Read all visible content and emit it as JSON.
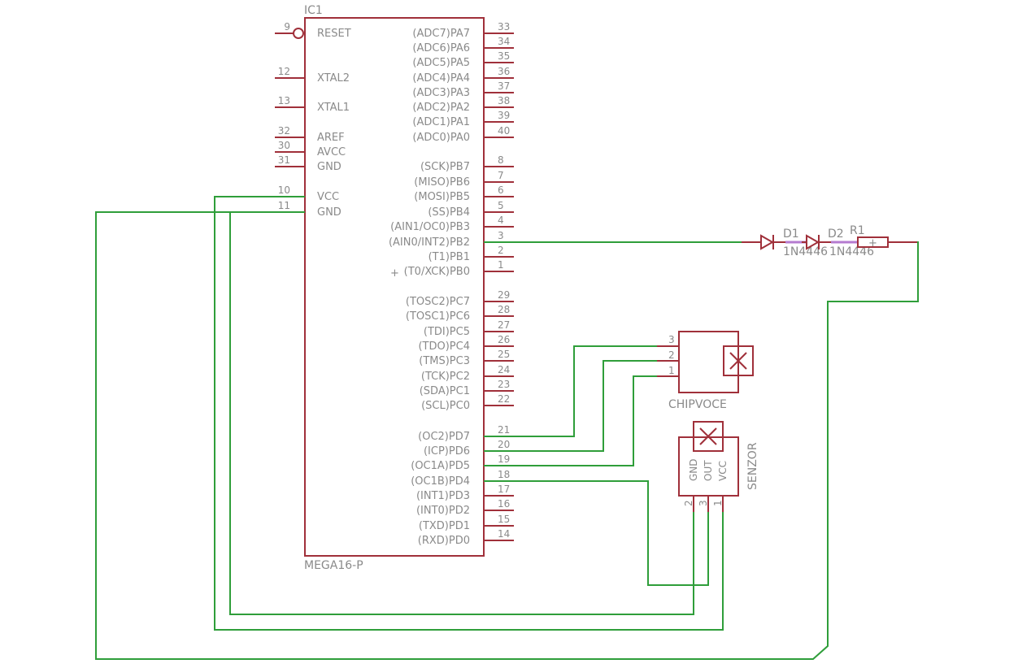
{
  "ic1": {
    "name": "IC1",
    "value": "MEGA16-P",
    "left_pins": [
      {
        "num": "9",
        "label": "RESET",
        "inverted": true
      },
      {
        "num": "12",
        "label": "XTAL2"
      },
      {
        "num": "13",
        "label": "XTAL1"
      },
      {
        "num": "32",
        "label": "AREF"
      },
      {
        "num": "30",
        "label": "AVCC"
      },
      {
        "num": "31",
        "label": "GND"
      },
      {
        "num": "10",
        "label": "VCC"
      },
      {
        "num": "11",
        "label": "GND"
      }
    ],
    "right_pins": [
      {
        "num": "33",
        "label": "(ADC7)PA7"
      },
      {
        "num": "34",
        "label": "(ADC6)PA6"
      },
      {
        "num": "35",
        "label": "(ADC5)PA5"
      },
      {
        "num": "36",
        "label": "(ADC4)PA4"
      },
      {
        "num": "37",
        "label": "(ADC3)PA3"
      },
      {
        "num": "38",
        "label": "(ADC2)PA2"
      },
      {
        "num": "39",
        "label": "(ADC1)PA1"
      },
      {
        "num": "40",
        "label": "(ADC0)PA0"
      },
      {
        "num": "8",
        "label": "(SCK)PB7"
      },
      {
        "num": "7",
        "label": "(MISO)PB6"
      },
      {
        "num": "6",
        "label": "(MOSI)PB5"
      },
      {
        "num": "5",
        "label": "(SS)PB4"
      },
      {
        "num": "4",
        "label": "(AIN1/OC0)PB3"
      },
      {
        "num": "3",
        "label": "(AIN0/INT2)PB2"
      },
      {
        "num": "2",
        "label": "(T1)PB1"
      },
      {
        "num": "1",
        "label": "(T0/XCK)PB0"
      },
      {
        "num": "29",
        "label": "(TOSC2)PC7"
      },
      {
        "num": "28",
        "label": "(TOSC1)PC6"
      },
      {
        "num": "27",
        "label": "(TDI)PC5"
      },
      {
        "num": "26",
        "label": "(TDO)PC4"
      },
      {
        "num": "25",
        "label": "(TMS)PC3"
      },
      {
        "num": "24",
        "label": "(TCK)PC2"
      },
      {
        "num": "23",
        "label": "(SDA)PC1"
      },
      {
        "num": "22",
        "label": "(SCL)PC0"
      },
      {
        "num": "21",
        "label": "(OC2)PD7"
      },
      {
        "num": "20",
        "label": "(ICP)PD6"
      },
      {
        "num": "19",
        "label": "(OC1A)PD5"
      },
      {
        "num": "18",
        "label": "(OC1B)PD4"
      },
      {
        "num": "17",
        "label": "(INT1)PD3"
      },
      {
        "num": "16",
        "label": "(INT0)PD2"
      },
      {
        "num": "15",
        "label": "(TXD)PD1"
      },
      {
        "num": "14",
        "label": "(RXD)PD0"
      }
    ]
  },
  "d1": {
    "name": "D1",
    "value": "1N4446"
  },
  "d2": {
    "name": "D2",
    "value": "1N4446"
  },
  "r1": {
    "name": "R1",
    "marker": "+"
  },
  "chipvoce": {
    "name": "CHIPVOCE",
    "pins": [
      "3",
      "2",
      "1"
    ]
  },
  "senzor": {
    "name": "SENZOR",
    "pin_labels": [
      "GND",
      "OUT",
      "VCC"
    ],
    "pins": [
      "2",
      "3",
      "1"
    ]
  },
  "colors": {
    "symbol": "#a0303a",
    "wire": "#2f9e3a",
    "text": "#8a8a8a",
    "background": "#ffffff"
  }
}
